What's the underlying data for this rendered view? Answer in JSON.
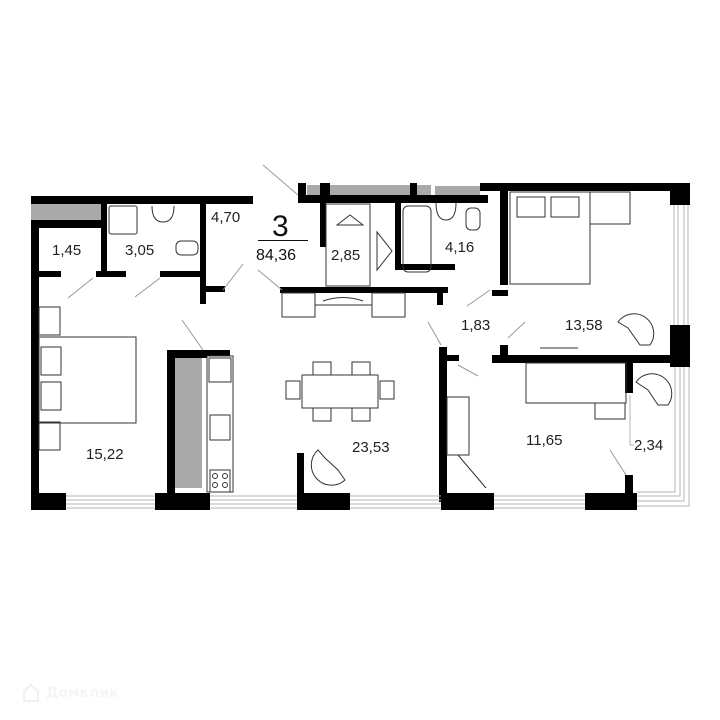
{
  "apartment": {
    "rooms_count": "3",
    "total_area": "84,36"
  },
  "rooms": [
    {
      "id": "wardrobe-small",
      "area": "1,45"
    },
    {
      "id": "bathroom-1",
      "area": "3,05"
    },
    {
      "id": "hallway",
      "area": "4,70"
    },
    {
      "id": "wardrobe",
      "area": "2,85"
    },
    {
      "id": "bathroom-2",
      "area": "4,16"
    },
    {
      "id": "corridor",
      "area": "1,83"
    },
    {
      "id": "bedroom-master",
      "area": "13,58"
    },
    {
      "id": "bedroom",
      "area": "15,22"
    },
    {
      "id": "kitchen-living",
      "area": "23,53"
    },
    {
      "id": "living-room",
      "area": "11,65"
    },
    {
      "id": "balcony",
      "area": "2,34"
    }
  ],
  "watermark": {
    "text": "Домклик",
    "icon": "house-logo-icon"
  },
  "colors": {
    "wall": "#000000",
    "shaft": "#a9a9a9",
    "furniture_line": "#333333",
    "window": "#b5b5b5"
  }
}
